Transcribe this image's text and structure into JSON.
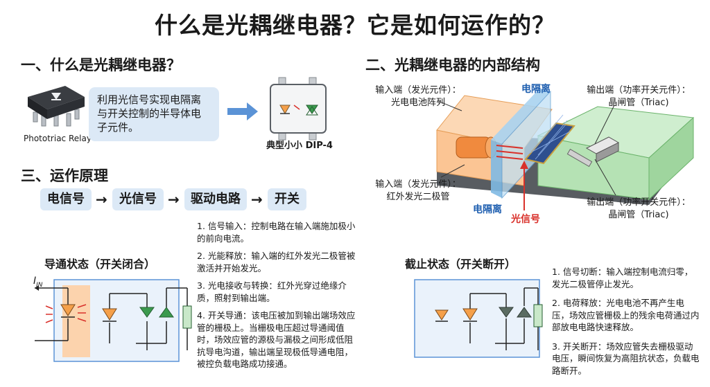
{
  "title": "什么是光耦继电器？它是如何运作的？",
  "section1": {
    "heading": "一、什么是光耦继电器？",
    "chip_label": "Phototriac Relay",
    "definition": "利用光信号实现电隔离与开关控制的半导体电子元件。",
    "package_label": "典型小小 DIP-4"
  },
  "section2": {
    "heading": "二、光耦继电器的内部结构",
    "input_top": [
      "输入端（发光元件）：",
      "光电电池阵列"
    ],
    "output_top": [
      "输出端（功率开关元件）：",
      "晶闸管（Triac)"
    ],
    "input_bottom": [
      "输入端（发光元件）：",
      "红外发光二极管"
    ],
    "output_bottom": [
      "输出端（功率开关元件）：",
      "晶闸管（Triac)"
    ],
    "isolation_top": "电隔离",
    "isolation_bottom": "电隔离",
    "light_signal": "光信号"
  },
  "section3": {
    "heading": "三、运作原理",
    "flow": [
      "电信号",
      "光信号",
      "驱动电路",
      "开关"
    ],
    "on_state_title": "导通状态（开关闭合）",
    "off_state_title": "截止状态（开关断开）",
    "current_symbol": "I",
    "current_subscript": "IN",
    "on_steps": [
      "1. 信号输入：控制电路在输入端施加极小的前向电流。",
      "2. 光能释放：输入端的红外发光二极管被激活并开始发光。",
      "3. 光电接收与转换：红外光穿过绝缘介质，照射到输出端。",
      "4. 开关导通：该电压被加到输出端场效应管的栅极上。当栅极电压超过导通阈值时，场效应管的源极与漏极之间形成低阻抗导电沟道，输出端呈现极低导通电阻，被控负载电路成功接通。"
    ],
    "off_steps": [
      "1. 信号切断：输入端控制电流归零，发光二极管停止发光。",
      "2. 电荷释放：光电电池不再产生电压，场效应管栅极上的残余电荷通过内部放电电路快速释放。",
      "3. 开关断开：场效应管失去栅极驱动电压，瞬间恢复为高阻抗状态，负载电路断开。"
    ]
  },
  "colors": {
    "accent_blue": "#1f5fb0",
    "signal_red": "#d9302a",
    "box_blue": "#dce9f6",
    "led_orange": "#f5a04a",
    "triac_green": "#3b9a4e"
  }
}
